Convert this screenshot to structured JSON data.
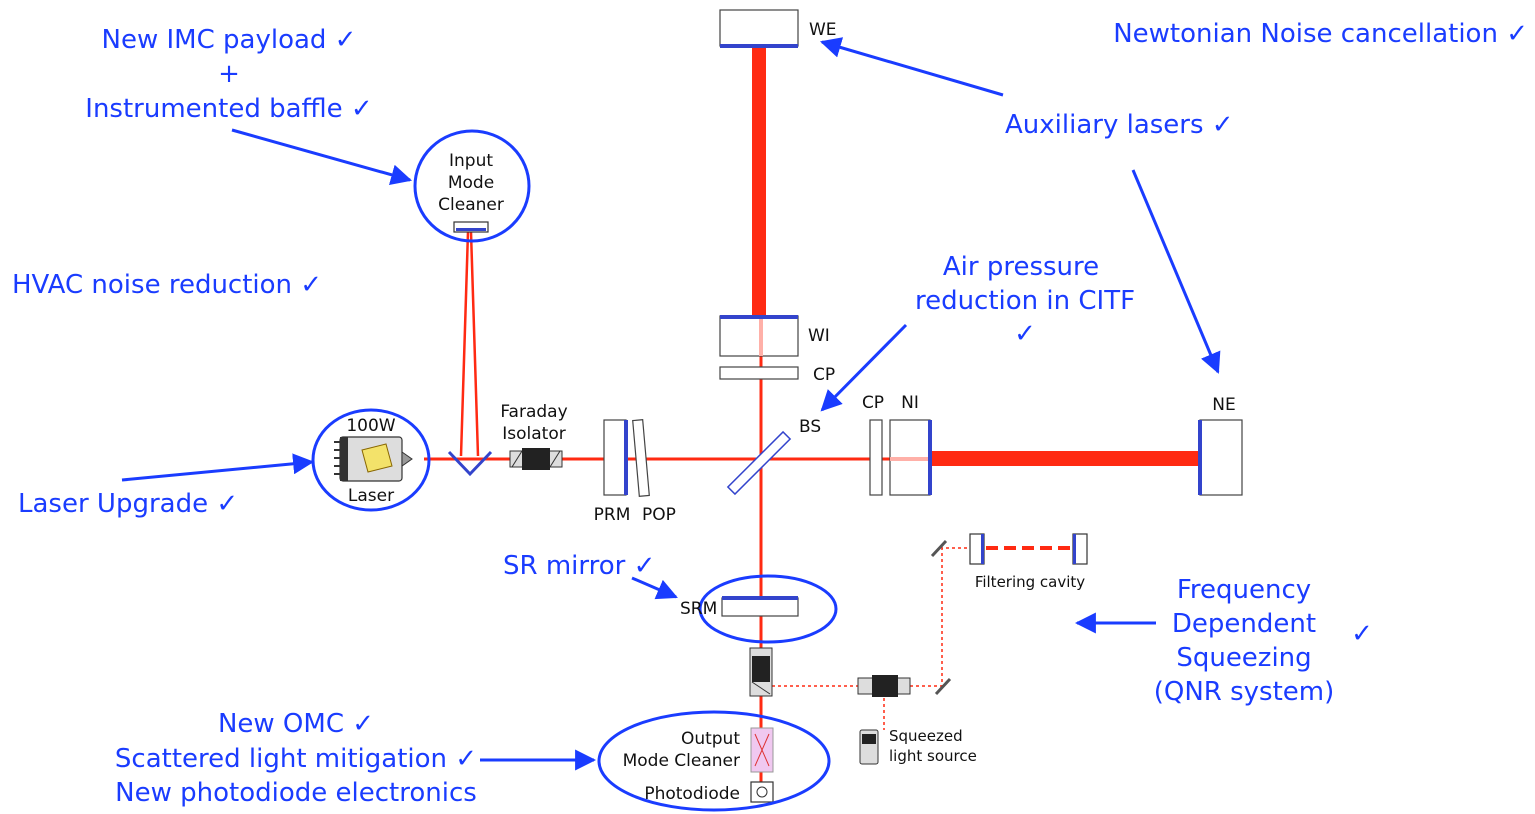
{
  "colors": {
    "annotation": "#1a3cff",
    "beam": "#ff2a12",
    "optic_edge": "#333333",
    "optic_face": "#3344cc"
  },
  "annotations": {
    "imc_line1": "New IMC payload ✓",
    "imc_line2": "+",
    "imc_line3": "Instrumented baffle ✓",
    "hvac": "HVAC noise reduction ✓",
    "laser_upgrade": "Laser Upgrade ✓",
    "sr_mirror": "SR mirror ✓",
    "omc_line1": "New OMC ✓",
    "omc_line2": "Scattered light mitigation ✓",
    "omc_line3": "New photodiode electronics",
    "newtonian": "Newtonian Noise cancellation ✓",
    "aux_lasers": "Auxiliary lasers ✓",
    "air_line1": "Air pressure",
    "air_line2": "reduction in CITF",
    "air_check": "✓",
    "fds_line1": "Frequency",
    "fds_line2": "Dependent",
    "fds_line3": "Squeezing",
    "fds_line4": "(QNR system)",
    "fds_check": "✓"
  },
  "components": {
    "imc_line1": "Input",
    "imc_line2": "Mode",
    "imc_line3": "Cleaner",
    "laser_power": "100W",
    "laser": "Laser",
    "faraday_line1": "Faraday",
    "faraday_line2": "Isolator",
    "prm": "PRM",
    "pop": "POP",
    "bs": "BS",
    "cp_west": "CP",
    "wi": "WI",
    "we": "WE",
    "cp_north": "CP",
    "ni": "NI",
    "ne": "NE",
    "srm": "SRM",
    "filtering_cavity": "Filtering cavity",
    "squeezed_line1": "Squeezed",
    "squeezed_line2": "light source",
    "omc_line1": "Output",
    "omc_line2": "Mode Cleaner",
    "photodiode": "Photodiode"
  }
}
